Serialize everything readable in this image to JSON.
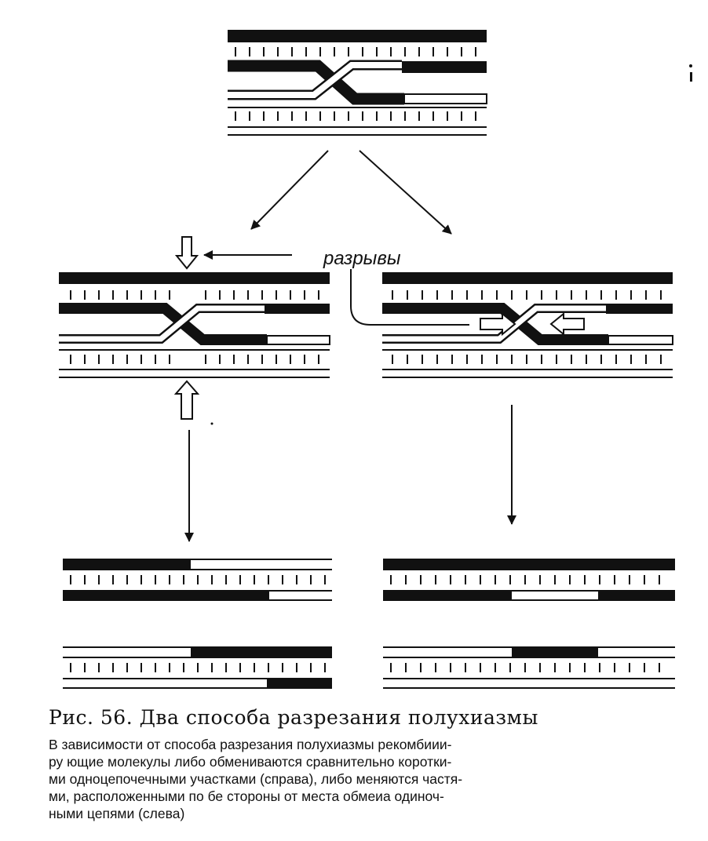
{
  "figure": {
    "label_breaks": "разрывы",
    "caption_title": "Рис. 56. Два способа разрезания полухиазмы",
    "caption_lines": [
      "В зависимости от способа разрезания полухиазмы рекомбиии-",
      "ру ющие молекулы либо обмениваются сравнительно коротки-",
      "ми одноцепочечными участками (справа), либо меняются частя-",
      "ми, расположенными по бе стороны от места обмеиа одиноч-",
      "ными цепями (слева)"
    ]
  }
}
